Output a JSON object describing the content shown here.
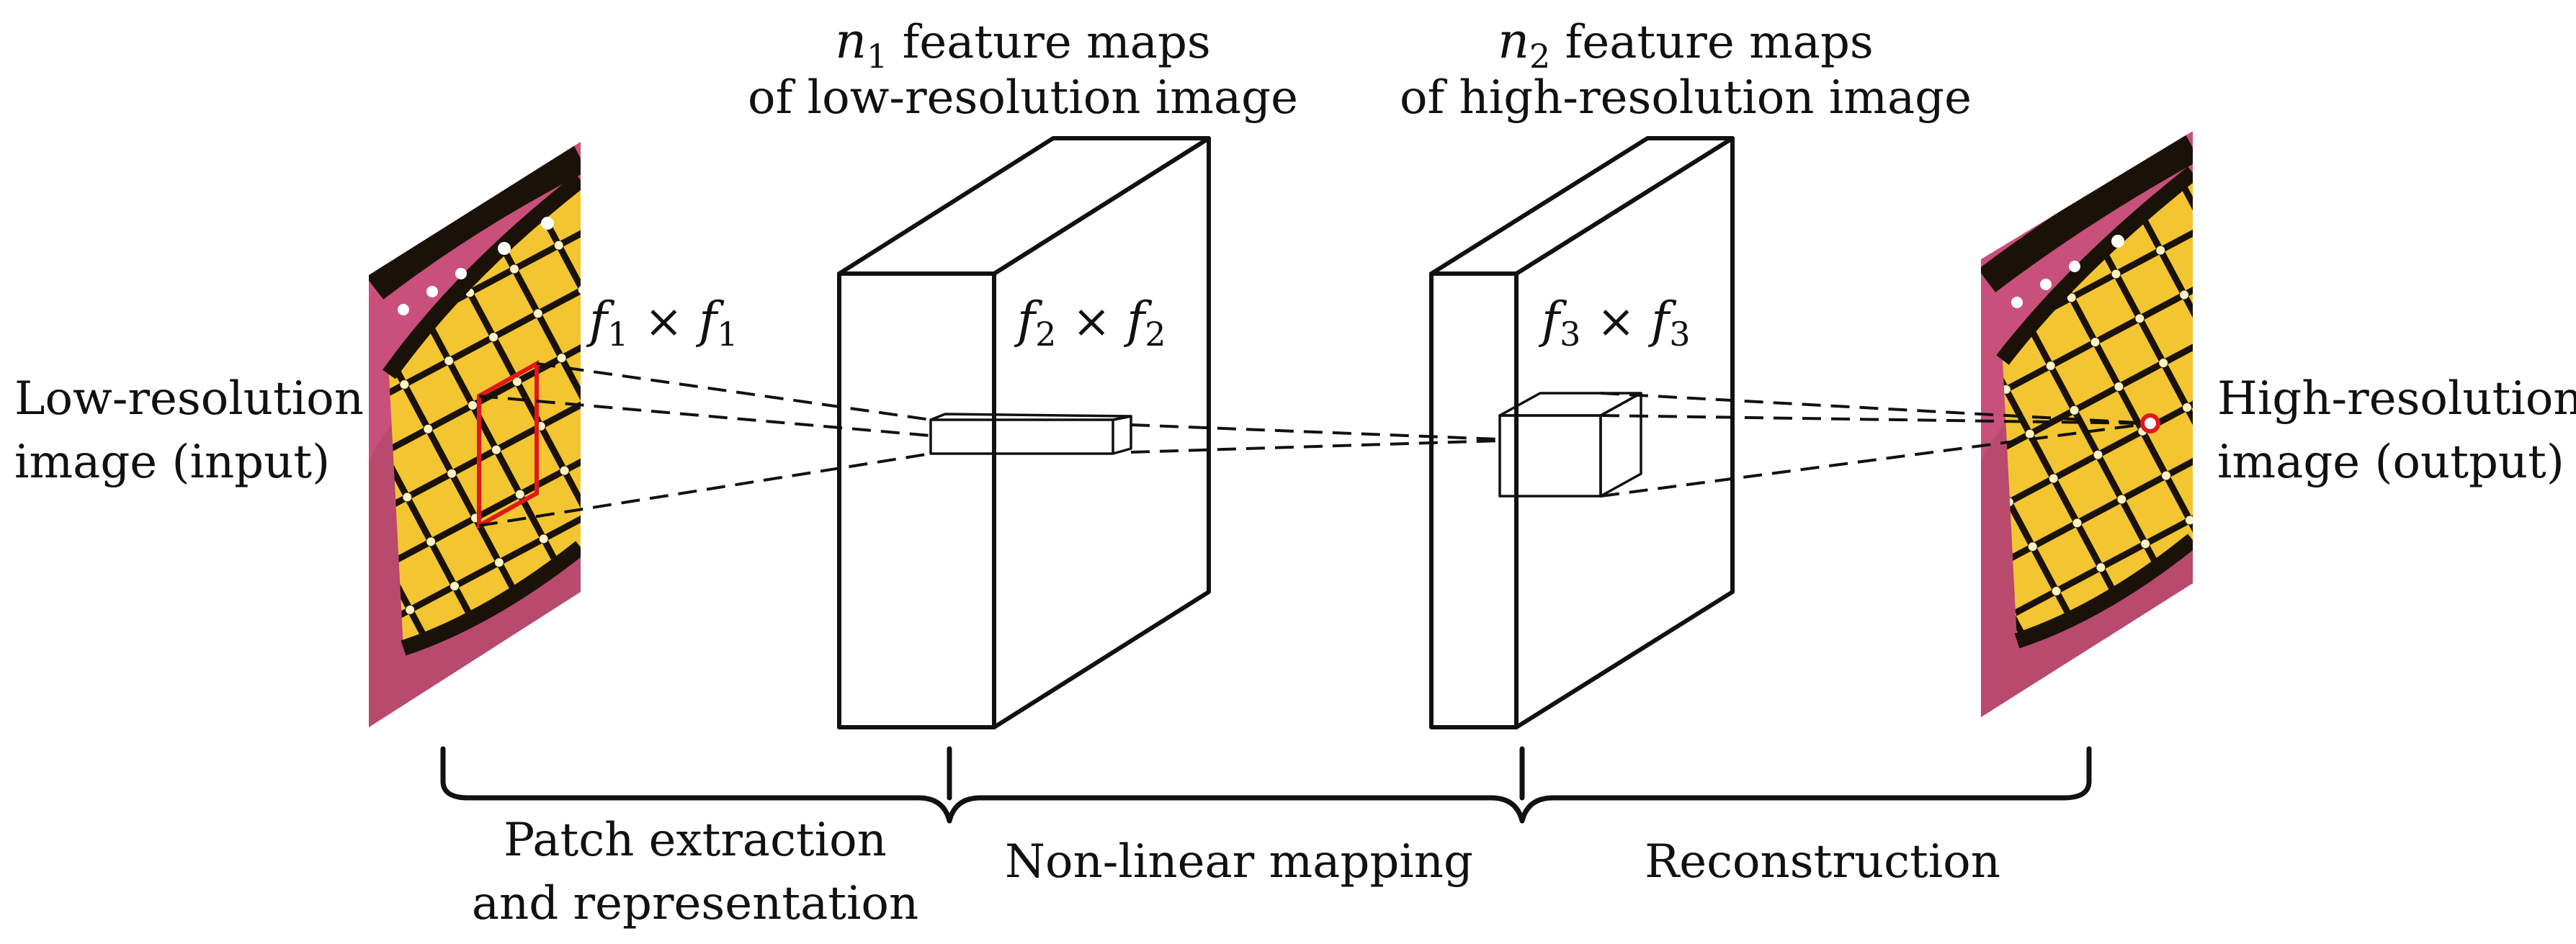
{
  "inputs": {
    "left_label_line1": "Low-resolution",
    "left_label_line2": "image (input)",
    "right_label_line1": "High-resolution",
    "right_label_line2": "image (output)"
  },
  "layer1": {
    "title_var": "n",
    "title_sub": "1",
    "title_rest": " feature maps",
    "title_line2": "of low-resolution image",
    "filter_var": "f",
    "filter_sub": "1",
    "filter_op": "×"
  },
  "layer2": {
    "title_var": "n",
    "title_sub": "2",
    "title_rest": " feature maps",
    "title_line2": "of high-resolution image",
    "filter_var": "f",
    "filter_sub": "2",
    "filter_op": "×"
  },
  "layer3": {
    "filter_var": "f",
    "filter_sub": "3",
    "filter_op": "×"
  },
  "stages": {
    "stage1_line1": "Patch extraction",
    "stage1_line2": "and representation",
    "stage2": "Non-linear mapping",
    "stage3": "Reconstruction"
  },
  "colors": {
    "patch_outline": "#e01818",
    "butterfly_wing": "#f2c531",
    "butterfly_vein": "#1a1208",
    "background_flower": "#c9507a"
  },
  "icons": {
    "input_image": "butterfly-wing-image",
    "output_image": "butterfly-wing-image",
    "output_pixel": "red-circle-marker"
  }
}
